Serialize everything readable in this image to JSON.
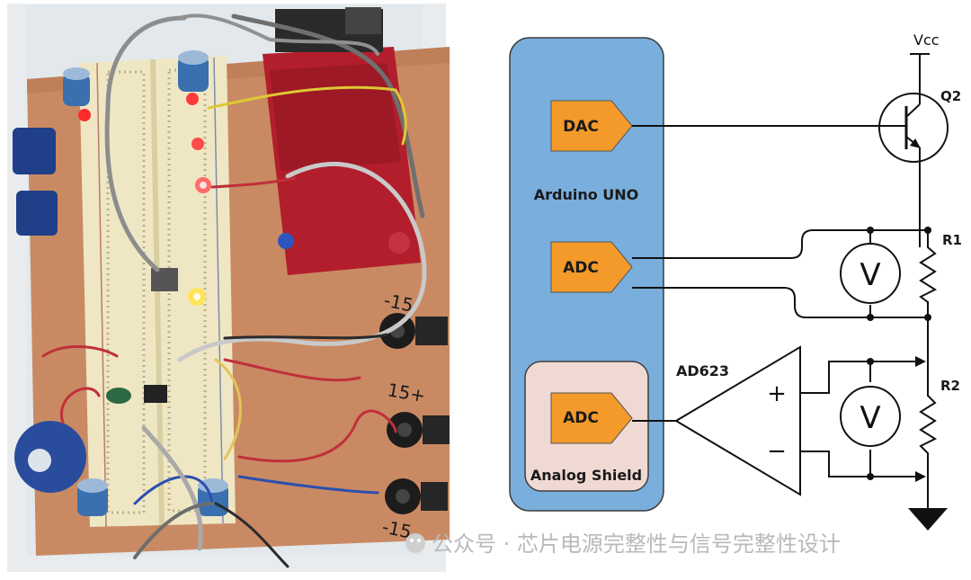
{
  "diagram": {
    "power_label": "Vcc",
    "transistor_label": "Q2",
    "resistor1_label": "R1",
    "resistor2_label": "R2",
    "amplifier_label": "AD623",
    "arduino_label": "Arduino UNO",
    "shield_label": "Analog Shield",
    "dac_label": "DAC",
    "adc1_label": "ADC",
    "adc2_label": "ADC",
    "voltmeter1_label": "V",
    "voltmeter2_label": "V",
    "amp_plus": "+",
    "amp_minus": "−",
    "colors": {
      "arduino_fill": "#7aaedc",
      "shield_fill": "#f0d9d3",
      "block_fill": "#f39a2a",
      "wire": "#111111",
      "copper": "#c98a63",
      "breadboard": "#efe7c4",
      "pcb_red": "#b21e2c"
    }
  },
  "photo": {
    "labels": [
      "-15",
      "15+",
      "-15"
    ]
  },
  "watermark": {
    "text": "公众号 · 芯片电源完整性与信号完整性设计"
  }
}
